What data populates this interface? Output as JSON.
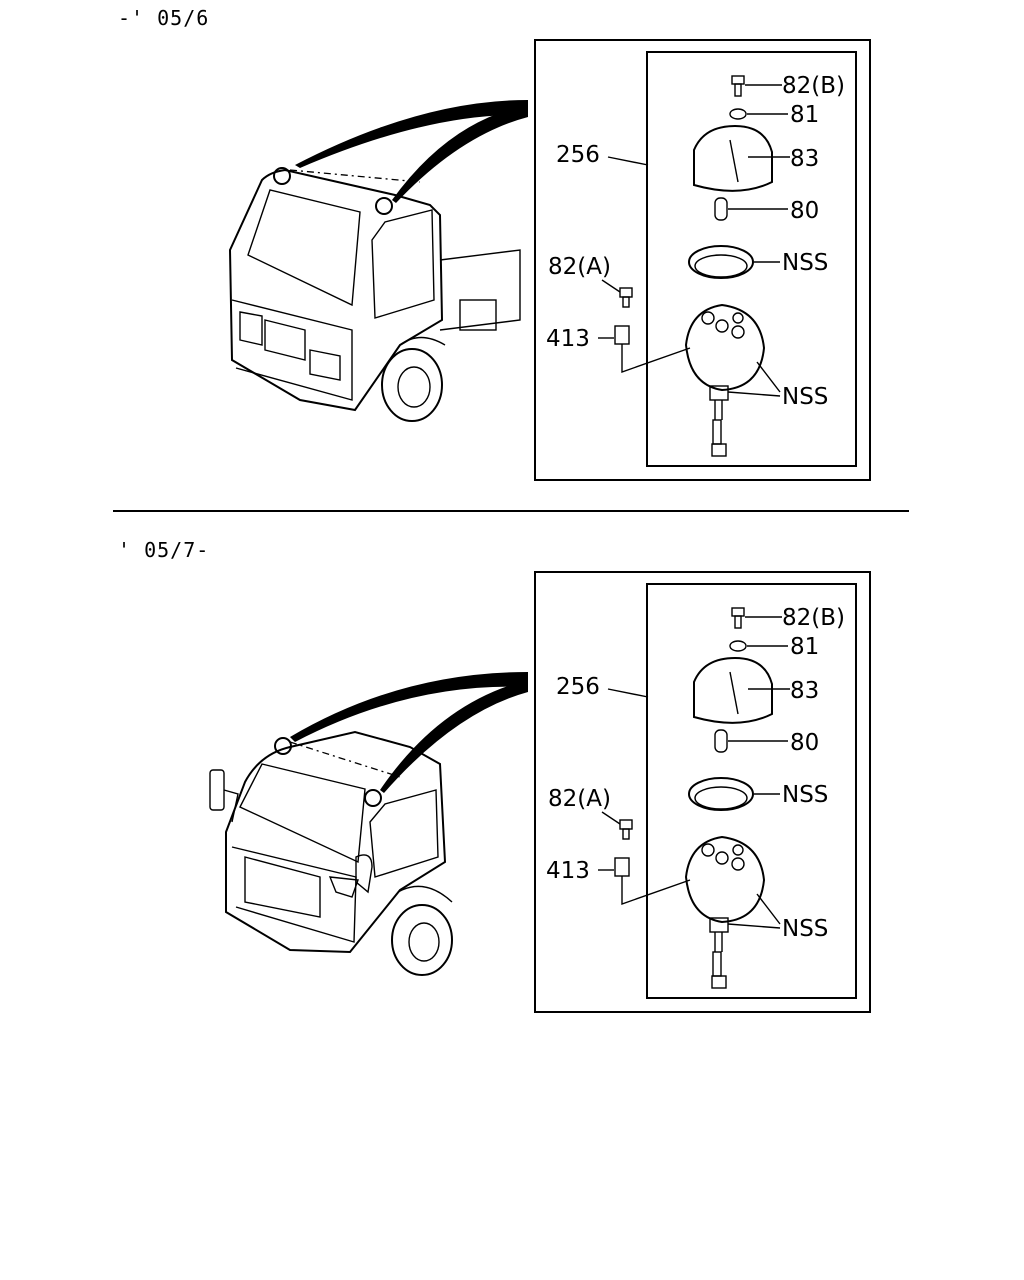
{
  "sections": [
    {
      "range": "-' 05/6",
      "assembly": "256",
      "callouts": {
        "bolt_b": "82(B)",
        "washer": "81",
        "lens": "83",
        "bulb": "80",
        "gasket": "NSS",
        "screw_a": "82(A)",
        "nut": "413",
        "harness": "NSS"
      }
    },
    {
      "range": "' 05/7-",
      "assembly": "256",
      "callouts": {
        "bolt_b": "82(B)",
        "washer": "81",
        "lens": "83",
        "bulb": "80",
        "gasket": "NSS",
        "screw_a": "82(A)",
        "nut": "413",
        "harness": "NSS"
      }
    }
  ]
}
